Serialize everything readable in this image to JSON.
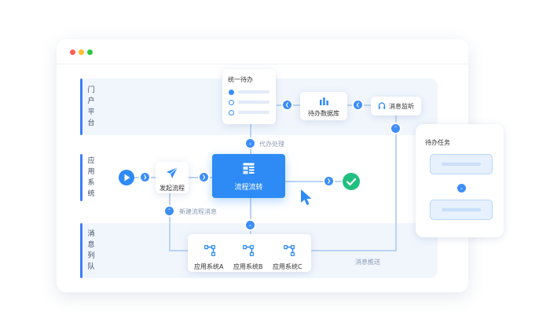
{
  "lanes": {
    "portal": [
      "门",
      "户",
      "平",
      "台"
    ],
    "application": [
      "应",
      "用",
      "系",
      "统"
    ],
    "queue": [
      "消",
      "息",
      "列",
      "队"
    ]
  },
  "todo_card": {
    "title": "统一待办"
  },
  "nodes": {
    "todo_db": "待办数据库",
    "msg_monitor": "消息监听",
    "start_flow": "发起流程",
    "flow_engine": "流程流转",
    "app_a": "应用系统A",
    "app_b": "应用系统B",
    "app_c": "应用系统C"
  },
  "edge_labels": {
    "proxy": "代办处理",
    "new_message": "新建流程消息",
    "push": "消息推送"
  },
  "task_panel": {
    "title": "待办任务"
  },
  "colors": {
    "primary": "#2e8bf5",
    "accent_bar": "#3d7ef6",
    "success": "#21bf7e",
    "connector_line": "#bad3f4"
  }
}
